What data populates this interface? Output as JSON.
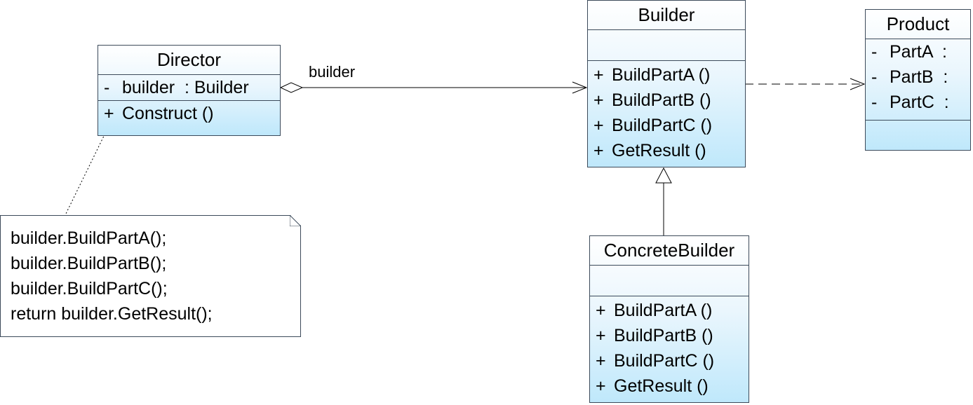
{
  "classes": {
    "director": {
      "name": "Director",
      "attributes": [
        {
          "visibility": "-",
          "text": "builder  : Builder"
        }
      ],
      "operations": [
        {
          "visibility": "+",
          "text": "Construct ()"
        }
      ]
    },
    "builder": {
      "name": "Builder",
      "attributes": [],
      "operations": [
        {
          "visibility": "+",
          "text": "BuildPartA ()"
        },
        {
          "visibility": "+",
          "text": "BuildPartB ()"
        },
        {
          "visibility": "+",
          "text": "BuildPartC ()"
        },
        {
          "visibility": "+",
          "text": "GetResult ()"
        }
      ]
    },
    "product": {
      "name": "Product",
      "attributes": [
        {
          "visibility": "-",
          "text": "PartA  :"
        },
        {
          "visibility": "-",
          "text": "PartB  :"
        },
        {
          "visibility": "-",
          "text": "PartC  :"
        }
      ],
      "operations": []
    },
    "concrete_builder": {
      "name": "ConcreteBuilder",
      "attributes": [],
      "operations": [
        {
          "visibility": "+",
          "text": "BuildPartA ()"
        },
        {
          "visibility": "+",
          "text": "BuildPartB ()"
        },
        {
          "visibility": "+",
          "text": "BuildPartC ()"
        },
        {
          "visibility": "+",
          "text": "GetResult ()"
        }
      ]
    }
  },
  "note": {
    "lines": [
      "builder.BuildPartA();",
      "builder.BuildPartB();",
      "builder.BuildPartC();",
      "return builder.GetResult();"
    ]
  },
  "connections": {
    "aggregation_label": "builder"
  },
  "colors": {
    "class_fill_top": "#ffffff",
    "class_fill_bottom": "#bfe8fb",
    "border": "#3c4a5a",
    "line": "#000000"
  }
}
